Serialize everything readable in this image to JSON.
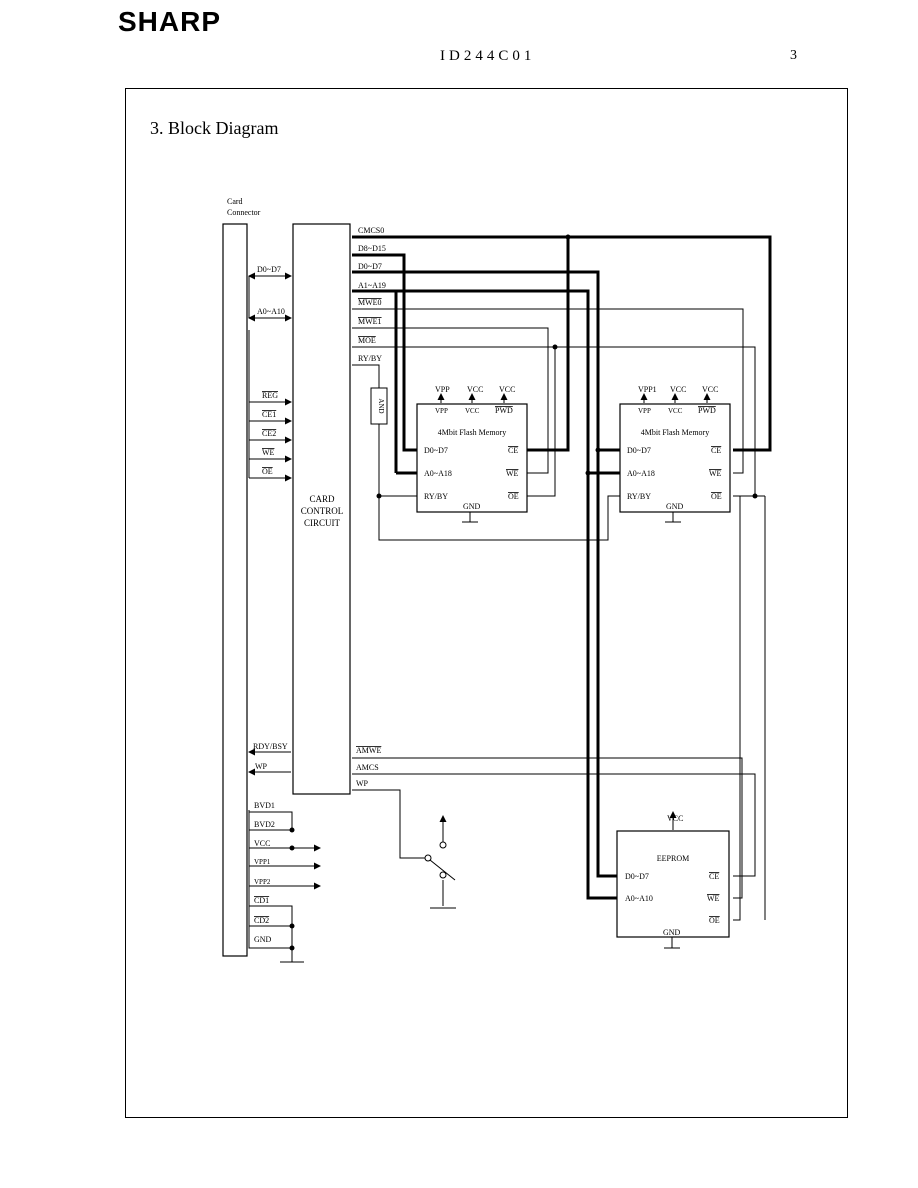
{
  "header": {
    "logo": "SHARP",
    "doc_id": "ID244C01",
    "page_number": "3"
  },
  "section_title": "3. Block Diagram",
  "diagram": {
    "card_connector": [
      "Card",
      "Connector"
    ],
    "controller": [
      "CARD",
      "CONTROL",
      "CIRCUIT"
    ],
    "and_gate": "AND",
    "bus_labels": {
      "data_low": "D0~D7",
      "addr": "A0~A10"
    },
    "left_signals": [
      "REG",
      "CE1",
      "CE2",
      "WE",
      "OE"
    ],
    "right_signals": [
      "CMCS0",
      "D8~D15",
      "D0~D7",
      "A1~A19",
      "MWE0",
      "MWE1",
      "MOE",
      "RY/BY"
    ],
    "lower_left_signals": [
      "RDY/BSY",
      "WP"
    ],
    "lower_right_signals": [
      "AMWE",
      "AMCS",
      "WP"
    ],
    "power_signals": [
      "BVD1",
      "BVD2",
      "VCC",
      "VPP1",
      "VPP2",
      "CD1",
      "CD2",
      "GND"
    ],
    "flash1": {
      "title": "4Mbit Flash Memory",
      "supplies": [
        "VPP",
        "VCC",
        "VCC"
      ],
      "pins_top": [
        "VPP",
        "VCC",
        "PWD"
      ],
      "pins_left": [
        "D0~D7",
        "A0~A18",
        "RY/BY"
      ],
      "pins_right": [
        "CE",
        "WE",
        "OE"
      ],
      "gnd": "GND"
    },
    "flash2": {
      "title": "4Mbit Flash Memory",
      "supplies": [
        "VPP1",
        "VCC",
        "VCC"
      ],
      "pins_top": [
        "VPP",
        "VCC",
        "PWD"
      ],
      "pins_left": [
        "D0~D7",
        "A0~A18",
        "RY/BY"
      ],
      "pins_right": [
        "CE",
        "WE",
        "OE"
      ],
      "gnd": "GND"
    },
    "eeprom": {
      "title": "EEPROM",
      "supply": "VCC",
      "pins_left": [
        "D0~D7",
        "A0~A10"
      ],
      "pins_right": [
        "CE",
        "WE",
        "OE"
      ],
      "gnd": "GND"
    }
  }
}
